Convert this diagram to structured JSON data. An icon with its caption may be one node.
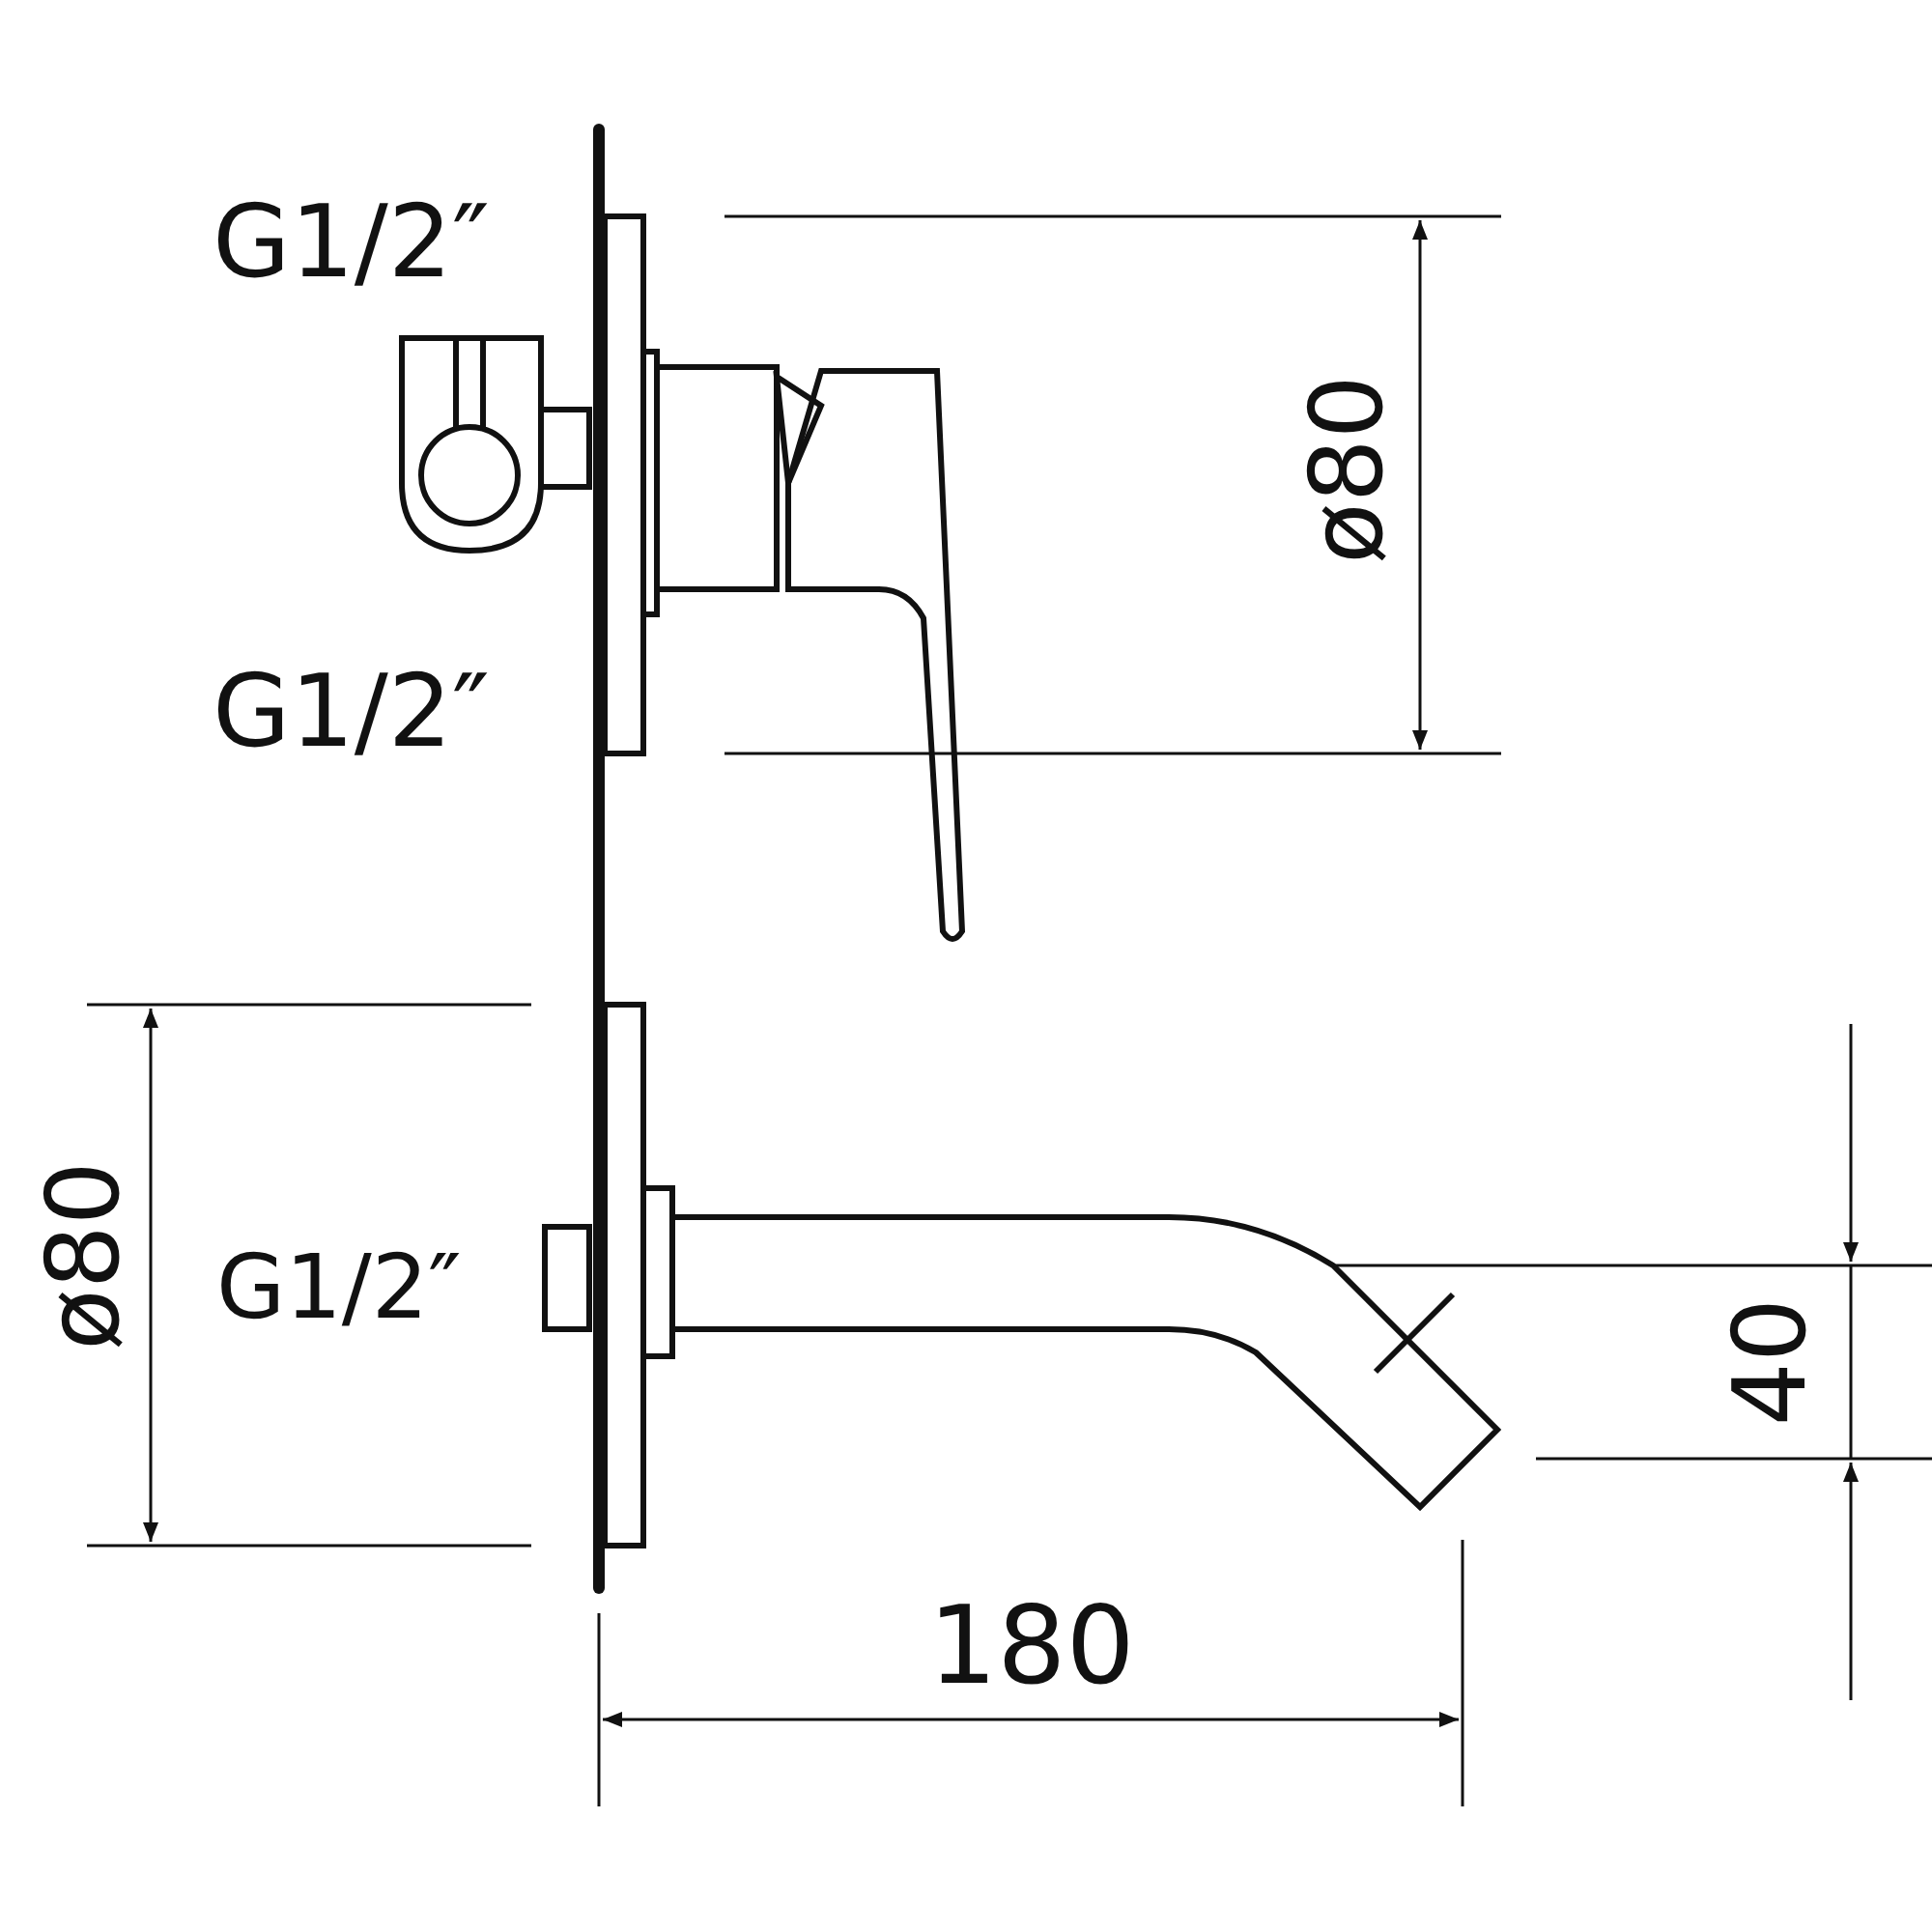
{
  "diagram": {
    "labels": [
      "G1/2″",
      "ø80",
      "G1/2″",
      "ø80",
      "G1/2″",
      "40",
      "180"
    ]
  }
}
